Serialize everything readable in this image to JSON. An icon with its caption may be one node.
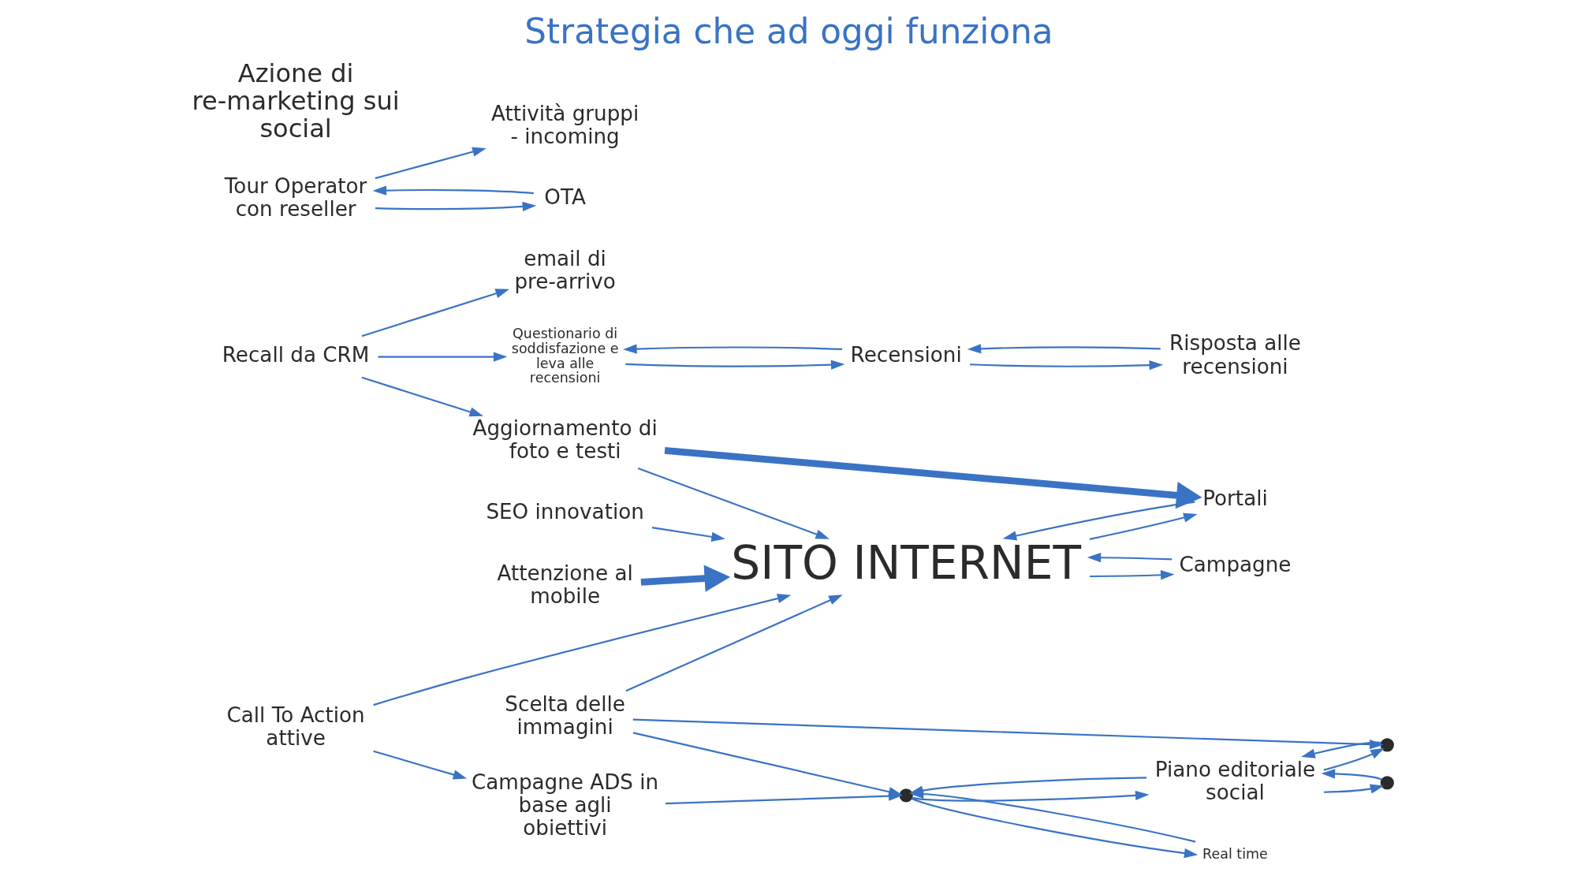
{
  "diagram": {
    "title": "Strategia che ad oggi funziona",
    "nodes": [
      {
        "text": [
          "Questionario di soddisfazione e leva alle recensioni"
        ]
      },
      {
        "text": [
          "Recensioni"
        ]
      },
      {
        "text": [
          "email di pre-arrivo"
        ]
      },
      {
        "text": [
          "Risposta alle recensioni"
        ]
      },
      {
        "text": [
          "Tour Operator con reseller"
        ]
      },
      {
        "text": [
          "Attività gruppi - incoming"
        ]
      },
      {
        "text": [
          "OTA"
        ]
      },
      {
        "text": [
          "Recall da CRM"
        ]
      },
      {
        "text": [
          "Scelta delle immagini"
        ]
      },
      {
        "text": [],
        "shape": "circle"
      },
      {
        "text": [
          "Real time"
        ]
      },
      {
        "text": [],
        "shape": "circle"
      },
      {
        "text": [
          "Piano editoriale social"
        ]
      },
      {
        "text": [],
        "shape": "circle"
      },
      {
        "text": [
          "SITO INTERNET"
        ]
      },
      {
        "text": [
          "Aggiornamento di foto e testi"
        ]
      },
      {
        "text": [
          "SEO innovation"
        ]
      },
      {
        "text": [
          "Campagne ADS in base agli obiettivi"
        ]
      },
      {
        "text": [
          "Call To Action attive"
        ]
      },
      {
        "text": [
          "Portali"
        ]
      },
      {
        "text": [
          "Campagne"
        ]
      },
      {
        "text": [
          "Attenzione al mobile"
        ]
      }
    ],
    "edges": [
      {
        "from": 0,
        "to": 1,
        "arrow": "to"
      },
      {
        "from": 1,
        "to": 0,
        "arrow": "to"
      },
      {
        "from": 1,
        "to": 3,
        "arrow": "to"
      },
      {
        "from": 3,
        "to": 1,
        "arrow": "to"
      },
      {
        "from": 7,
        "to": 2,
        "arrow": "to"
      },
      {
        "from": 7,
        "to": 0,
        "arrow": "to"
      },
      {
        "from": 4,
        "to": 6,
        "arrow": "to"
      },
      {
        "from": 6,
        "to": 4,
        "arrow": "to"
      },
      {
        "from": 4,
        "to": 5,
        "arrow": "to"
      },
      {
        "from": 8,
        "to": 9,
        "arrow": "to"
      },
      {
        "from": 8,
        "to": 11,
        "arrow": "to"
      },
      {
        "from": 8,
        "to": 14,
        "arrow": "to"
      },
      {
        "from": 9,
        "to": 10,
        "arrow": "to"
      },
      {
        "from": 10,
        "to": 9,
        "arrow": "to"
      },
      {
        "from": 9,
        "to": 12,
        "arrow": "to"
      },
      {
        "from": 11,
        "to": 12,
        "arrow": "to"
      },
      {
        "from": 12,
        "to": 11,
        "arrow": "to"
      },
      {
        "from": 12,
        "to": 9,
        "arrow": "to"
      },
      {
        "from": 13,
        "to": 12,
        "arrow": "to"
      },
      {
        "from": 12,
        "to": 13,
        "arrow": "to"
      },
      {
        "from": 17,
        "to": 9,
        "arrow": "to"
      },
      {
        "from": 7,
        "to": 15,
        "arrow": "to"
      },
      {
        "from": 15,
        "to": 14,
        "arrow": "to"
      },
      {
        "from": 16,
        "to": 14,
        "arrow": "to"
      },
      {
        "from": 21,
        "to": 14,
        "arrow": "to",
        "style": "thick"
      },
      {
        "from": 20,
        "to": 14,
        "arrow": "to"
      },
      {
        "from": 14,
        "to": 20,
        "arrow": "to"
      },
      {
        "from": 14,
        "to": 19,
        "arrow": "to"
      },
      {
        "from": 19,
        "to": 14,
        "arrow": "to"
      },
      {
        "from": 18,
        "to": 14,
        "arrow": "to"
      },
      {
        "from": 18,
        "to": 17,
        "arrow": "to"
      },
      {
        "from": 15,
        "to": 19,
        "arrow": "to",
        "style": "thick"
      }
    ],
    "labels": [
      "Azione di re-marketing sui social"
    ]
  }
}
